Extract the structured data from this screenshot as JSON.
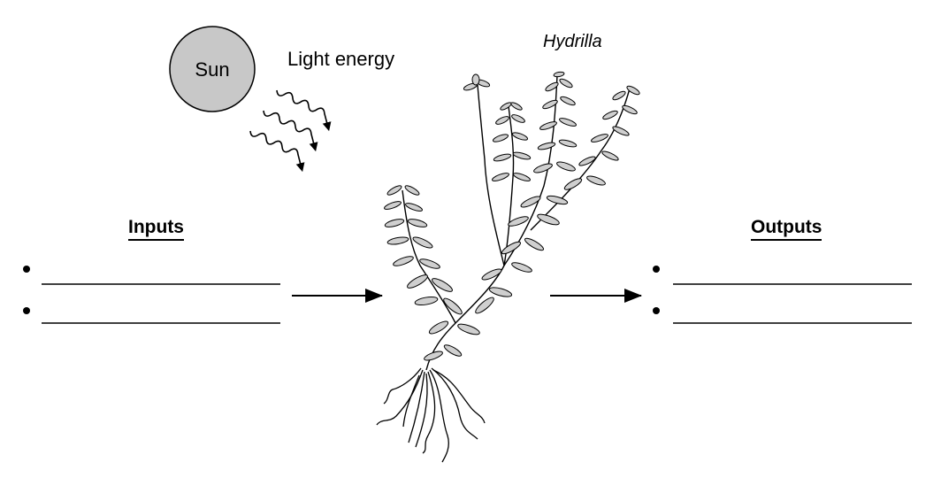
{
  "sun": {
    "label": "Sun"
  },
  "light": {
    "label": "Light energy"
  },
  "plant": {
    "name": "Hydrilla"
  },
  "inputs": {
    "heading": "Inputs",
    "blanks": [
      "",
      ""
    ]
  },
  "outputs": {
    "heading": "Outputs",
    "blanks": [
      "",
      ""
    ]
  },
  "colors": {
    "sun_fill": "#c8c8c8",
    "leaf_fill": "#cfcfcf",
    "ink": "#000000"
  }
}
